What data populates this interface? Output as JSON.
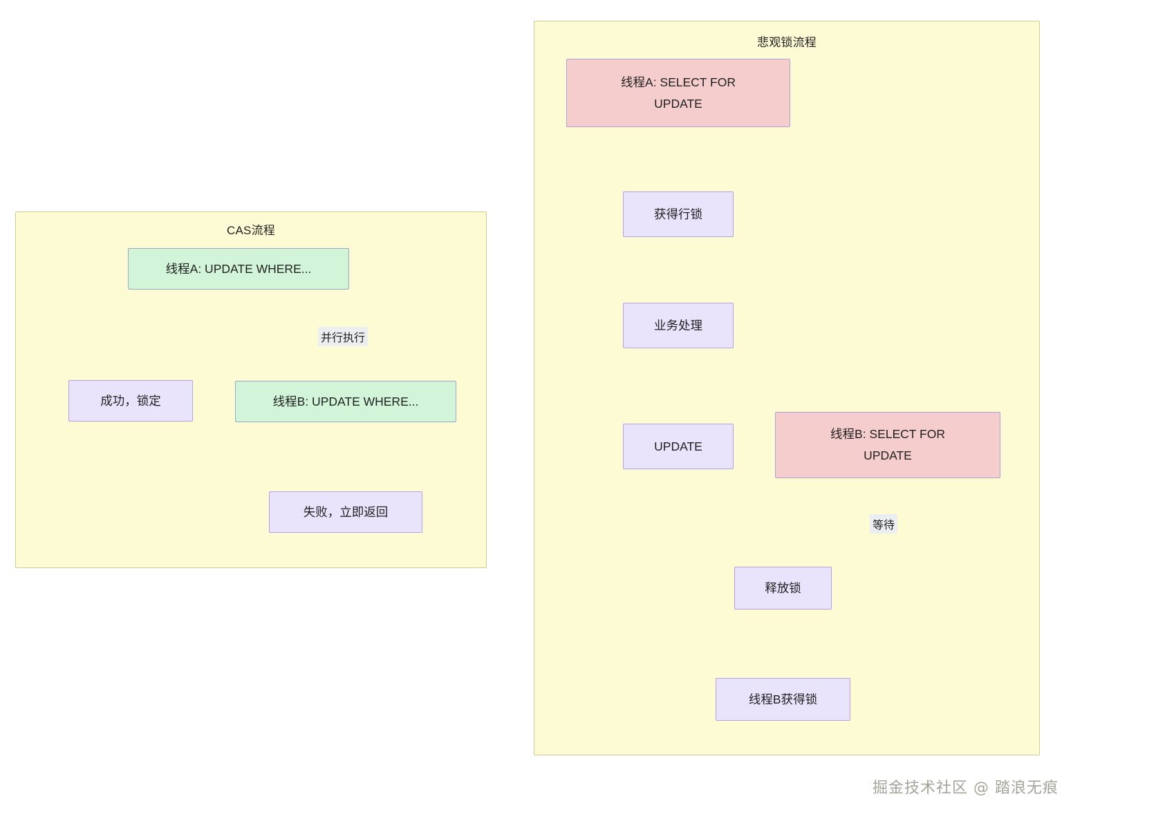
{
  "diagram": {
    "type": "flowchart",
    "watermark": "掘金技术社区 @ 踏浪无痕",
    "colors": {
      "container_fill": "#fdfbd4",
      "container_border": "#cfcb93",
      "green_fill": "#d2f5da",
      "green_border": "#9aa6c4",
      "pink_fill": "#f6cdcd",
      "pink_border": "#b3a2d6",
      "lavender_fill": "#e9e4fc",
      "lavender_border": "#b0a2e2",
      "edge_stroke": "#333333",
      "label_bg": "#eceff1"
    },
    "subgraphs": [
      {
        "id": "cas",
        "title": "CAS流程",
        "nodes": [
          {
            "id": "cas-a",
            "label": "线程A: UPDATE WHERE...",
            "style": "green"
          },
          {
            "id": "cas-success",
            "label": "成功，锁定",
            "style": "lavender"
          },
          {
            "id": "cas-b",
            "label": "线程B: UPDATE WHERE...",
            "style": "green"
          },
          {
            "id": "cas-fail",
            "label": "失败，立即返回",
            "style": "lavender"
          }
        ],
        "edges": [
          {
            "from": "cas-a",
            "to": "cas-success",
            "label": "",
            "style": "solid"
          },
          {
            "from": "cas-a",
            "to": "cas-b",
            "label": "并行执行",
            "style": "dotted"
          },
          {
            "from": "cas-b",
            "to": "cas-fail",
            "label": "",
            "style": "solid"
          }
        ]
      },
      {
        "id": "pessimistic",
        "title": "悲观锁流程",
        "nodes": [
          {
            "id": "p-a",
            "label": "线程A: SELECT FOR UPDATE",
            "style": "pink"
          },
          {
            "id": "p-rowlock",
            "label": "获得行锁",
            "style": "lavender"
          },
          {
            "id": "p-biz",
            "label": "业务处理",
            "style": "lavender"
          },
          {
            "id": "p-update",
            "label": "UPDATE",
            "style": "lavender"
          },
          {
            "id": "p-b",
            "label": "线程B: SELECT FOR UPDATE",
            "style": "pink"
          },
          {
            "id": "p-release",
            "label": "释放锁",
            "style": "lavender"
          },
          {
            "id": "p-bget",
            "label": "线程B获得锁",
            "style": "lavender"
          }
        ],
        "edges": [
          {
            "from": "p-a",
            "to": "p-rowlock",
            "label": "",
            "style": "solid"
          },
          {
            "from": "p-rowlock",
            "to": "p-biz",
            "label": "",
            "style": "solid"
          },
          {
            "from": "p-biz",
            "to": "p-update",
            "label": "",
            "style": "solid"
          },
          {
            "from": "p-update",
            "to": "p-release",
            "label": "",
            "style": "solid"
          },
          {
            "from": "p-b",
            "to": "p-release",
            "label": "等待",
            "style": "dotted"
          },
          {
            "from": "p-release",
            "to": "p-bget",
            "label": "",
            "style": "solid"
          }
        ]
      }
    ]
  }
}
